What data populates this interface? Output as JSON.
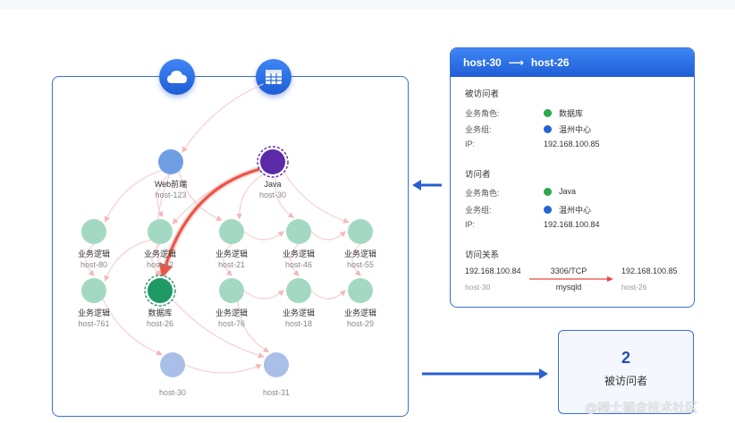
{
  "diagram": {
    "nodes": [
      {
        "id": "web",
        "label": "Web前端",
        "host": "host-123",
        "color": "#6f9ee5",
        "kind": "plain"
      },
      {
        "id": "java",
        "label": "Java",
        "host": "host-30",
        "color": "#5b2aa8",
        "kind": "selected"
      },
      {
        "id": "h80",
        "label": "业务逻辑",
        "host": "host-80",
        "color": "#a3d9c2",
        "kind": "plain"
      },
      {
        "id": "h42",
        "label": "业务逻辑",
        "host": "host-42",
        "color": "#a3d9c2",
        "kind": "plain"
      },
      {
        "id": "h21",
        "label": "业务逻辑",
        "host": "host-21",
        "color": "#a3d9c2",
        "kind": "plain"
      },
      {
        "id": "h46",
        "label": "业务逻辑",
        "host": "host-46",
        "color": "#a3d9c2",
        "kind": "plain"
      },
      {
        "id": "h55",
        "label": "业务逻辑",
        "host": "host-55",
        "color": "#a3d9c2",
        "kind": "plain"
      },
      {
        "id": "h761",
        "label": "业务逻辑",
        "host": "host-761",
        "color": "#a3d9c2",
        "kind": "plain"
      },
      {
        "id": "db",
        "label": "数据库",
        "host": "host-26",
        "color": "#1f9a64",
        "kind": "target"
      },
      {
        "id": "h76",
        "label": "业务逻辑",
        "host": "host-76",
        "color": "#a3d9c2",
        "kind": "plain"
      },
      {
        "id": "h18",
        "label": "业务逻辑",
        "host": "host-18",
        "color": "#a3d9c2",
        "kind": "plain"
      },
      {
        "id": "h29",
        "label": "业务逻辑",
        "host": "host-29",
        "color": "#a3d9c2",
        "kind": "plain"
      },
      {
        "id": "b30",
        "label": "",
        "host": "host-30",
        "color": "#a9bfe8",
        "kind": "plain"
      },
      {
        "id": "b31",
        "label": "",
        "host": "host-31",
        "color": "#a9bfe8",
        "kind": "plain"
      }
    ],
    "edges": [
      [
        "table",
        "web"
      ],
      [
        "web",
        "h80"
      ],
      [
        "web",
        "h42"
      ],
      [
        "web",
        "h21"
      ],
      [
        "web",
        "db"
      ],
      [
        "java",
        "h21"
      ],
      [
        "java",
        "h46"
      ],
      [
        "java",
        "h55"
      ],
      [
        "java",
        "h42"
      ],
      [
        "h42",
        "db"
      ],
      [
        "h21",
        "h46"
      ],
      [
        "h21",
        "h76"
      ],
      [
        "h46",
        "h18"
      ],
      [
        "h46",
        "h55"
      ],
      [
        "h55",
        "h29"
      ],
      [
        "h18",
        "h29"
      ],
      [
        "h761",
        "b30"
      ],
      [
        "h80",
        "h761"
      ],
      [
        "h76",
        "b31"
      ],
      [
        "b30",
        "b31"
      ],
      [
        "h76",
        "h18"
      ],
      [
        "db",
        "b31"
      ],
      [
        "h42",
        "h761"
      ]
    ],
    "highlight_edge": [
      "java",
      "db"
    ]
  },
  "detail": {
    "from": "host-30",
    "to": "host-26",
    "visited": {
      "title": "被访问者",
      "role_label": "业务角色:",
      "role_value": "数据库",
      "group_label": "业务组:",
      "group_value": "温州中心",
      "ip_label": "IP:",
      "ip_value": "192.168.100.85"
    },
    "visitor": {
      "title": "访问者",
      "role_label": "业务角色:",
      "role_value": "Java",
      "group_label": "业务组:",
      "group_value": "温州中心",
      "ip_label": "IP:",
      "ip_value": "192.168.100.84"
    },
    "relation": {
      "title": "访问关系",
      "src_ip": "192.168.100.84",
      "src_host": "host-30",
      "port": "3306/TCP",
      "service": "mysqld",
      "dst_ip": "192.168.100.85",
      "dst_host": "host-26"
    }
  },
  "summary": {
    "count": "2",
    "label": "被访问者"
  },
  "watermark": "@稀土掘金技术社区",
  "colors": {
    "accent": "#1f5ed6",
    "highlight": "#e8473a"
  }
}
